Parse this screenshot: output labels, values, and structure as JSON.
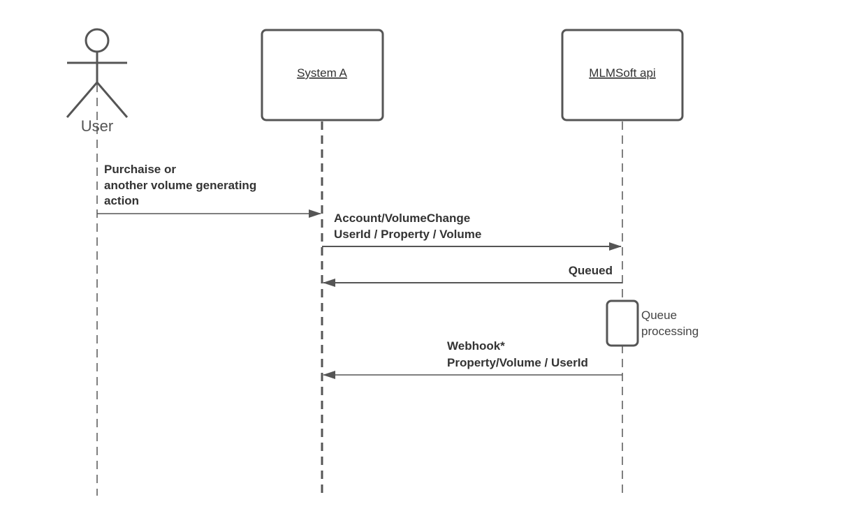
{
  "participants": {
    "user": {
      "label": "User"
    },
    "system_a": {
      "label": "System A"
    },
    "mlmsoft": {
      "label": "MLMSoft api"
    }
  },
  "messages": [
    {
      "from": "User",
      "to": "System A",
      "lines": [
        "Purchaise or",
        "another volume generating",
        "action"
      ]
    },
    {
      "from": "System A",
      "to": "MLMSoft api",
      "lines": [
        "Account/VolumeChange",
        "UserId / Property / Volume"
      ]
    },
    {
      "from": "MLMSoft api",
      "to": "System A",
      "lines": [
        "Queued"
      ]
    },
    {
      "from": "MLMSoft api",
      "to": "System A",
      "lines": [
        "Webhook*",
        "Property/Volume / UserId"
      ]
    }
  ],
  "activation": {
    "lines": [
      "Queue",
      "processing"
    ]
  },
  "colors": {
    "stroke": "#555555",
    "text": "#333333"
  }
}
